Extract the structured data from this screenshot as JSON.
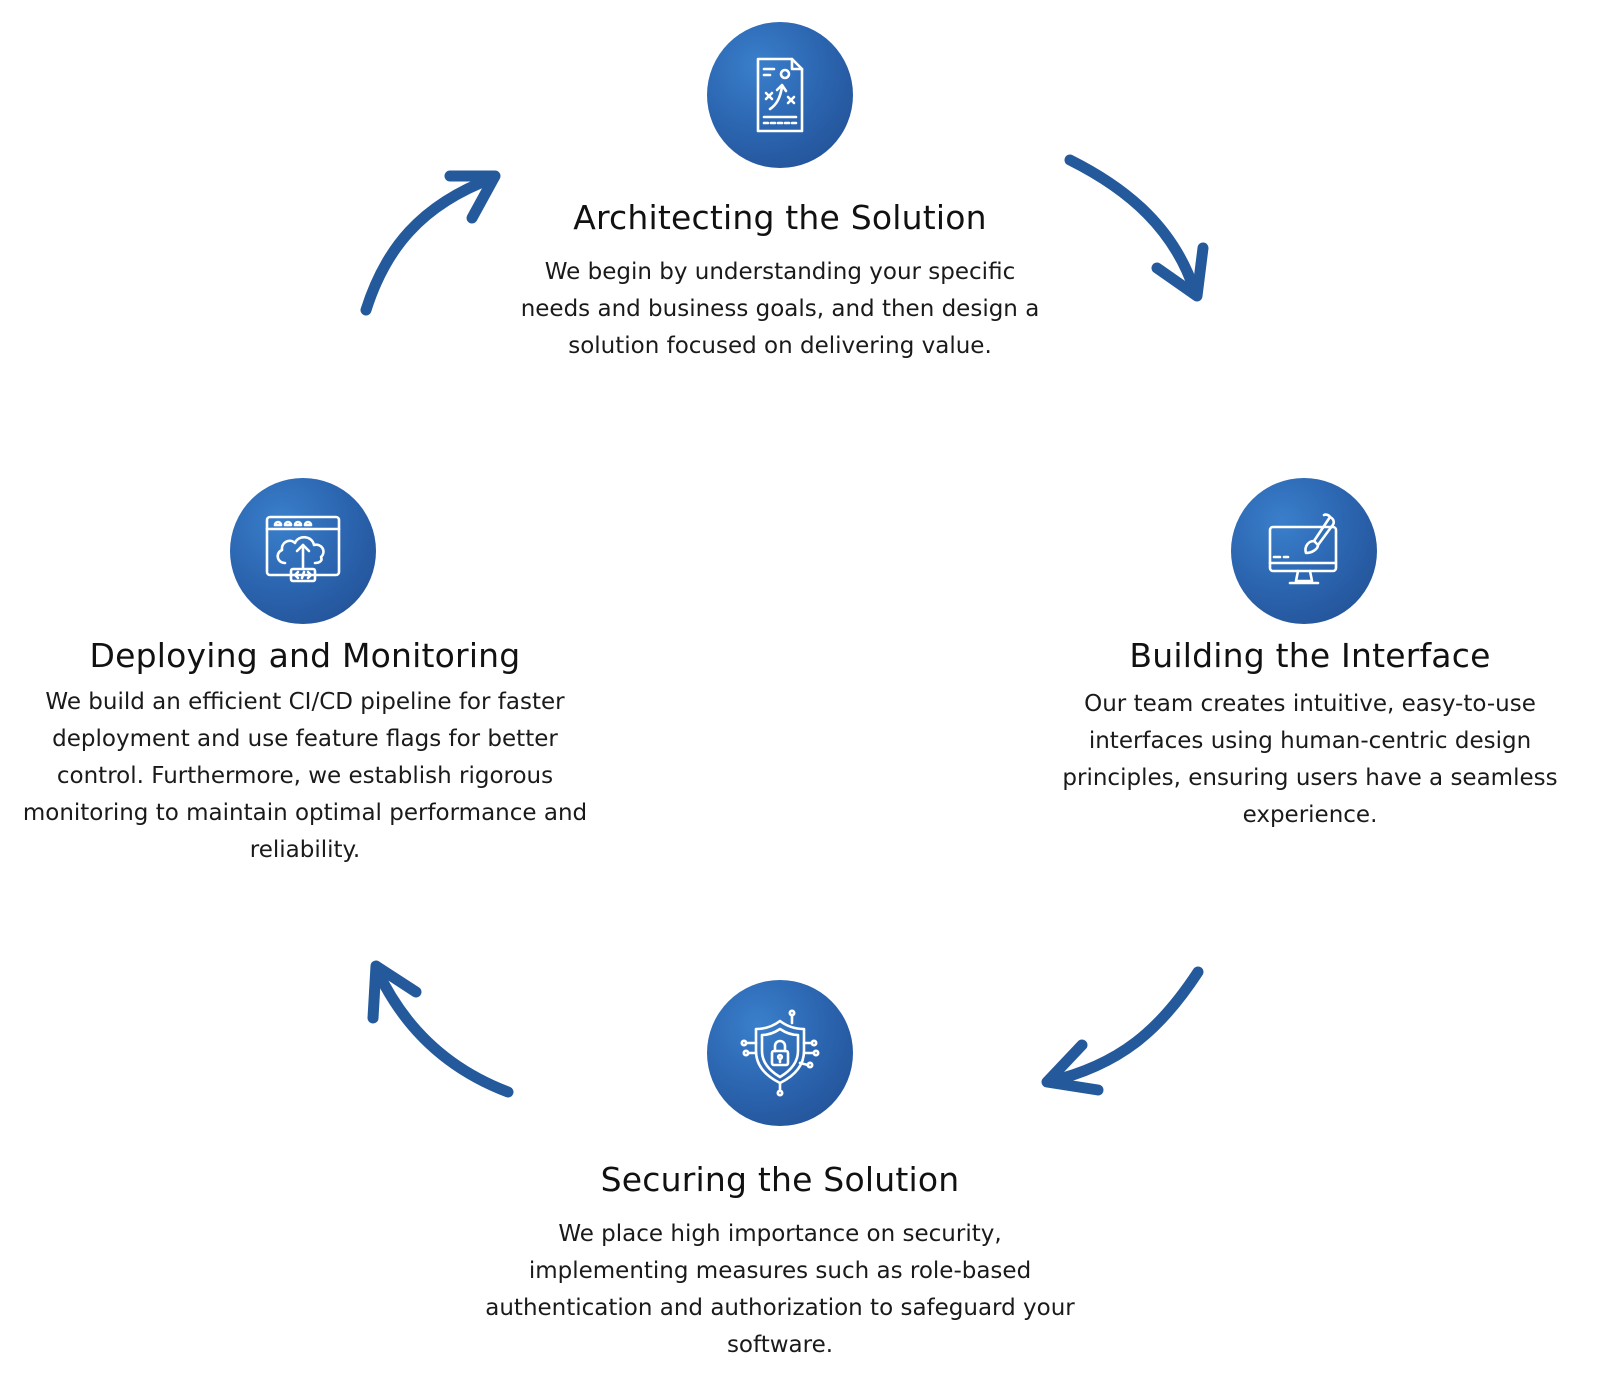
{
  "colors": {
    "accent": "#2c66b1",
    "arrow": "#245a9b",
    "text": "#111111"
  },
  "steps": [
    {
      "icon": "strategy-document-icon",
      "title": "Architecting the Solution",
      "description": "We begin by understanding your specific needs and business goals, and then design a solution focused on delivering value."
    },
    {
      "icon": "monitor-paintbrush-icon",
      "title": "Building the Interface",
      "description": "Our team creates intuitive, easy-to-use interfaces using human-centric design principles, ensuring users have a seamless experience."
    },
    {
      "icon": "shield-lock-icon",
      "title": "Securing the Solution",
      "description": "We place high importance on security, implementing measures such as role-based authentication and authorization to safeguard your software."
    },
    {
      "icon": "cloud-upload-browser-icon",
      "title": "Deploying and Monitoring",
      "description": "We build an efficient CI/CD pipeline for faster deployment and use feature flags for better control. Furthermore, we establish rigorous monitoring to maintain optimal performance and reliability."
    }
  ]
}
